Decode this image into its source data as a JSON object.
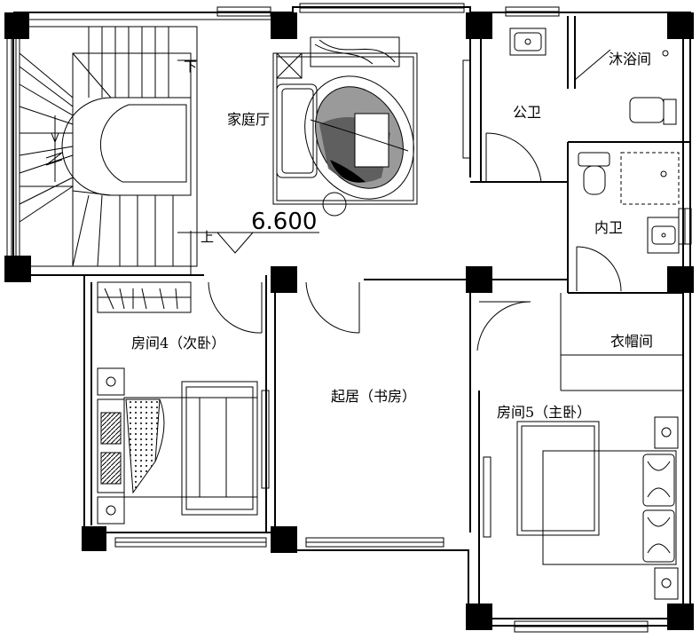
{
  "rooms": {
    "family_hall": "家庭厅",
    "public_bath": "公卫",
    "shower": "沐浴间",
    "inner_bath": "内卫",
    "cloakroom": "衣帽间",
    "bedroom4": "房间4（次卧）",
    "living_study": "起居（书房）",
    "bedroom5": "房间5（主卧）"
  },
  "stairs": {
    "down": "下",
    "up": "上"
  },
  "elevation": "6.600"
}
